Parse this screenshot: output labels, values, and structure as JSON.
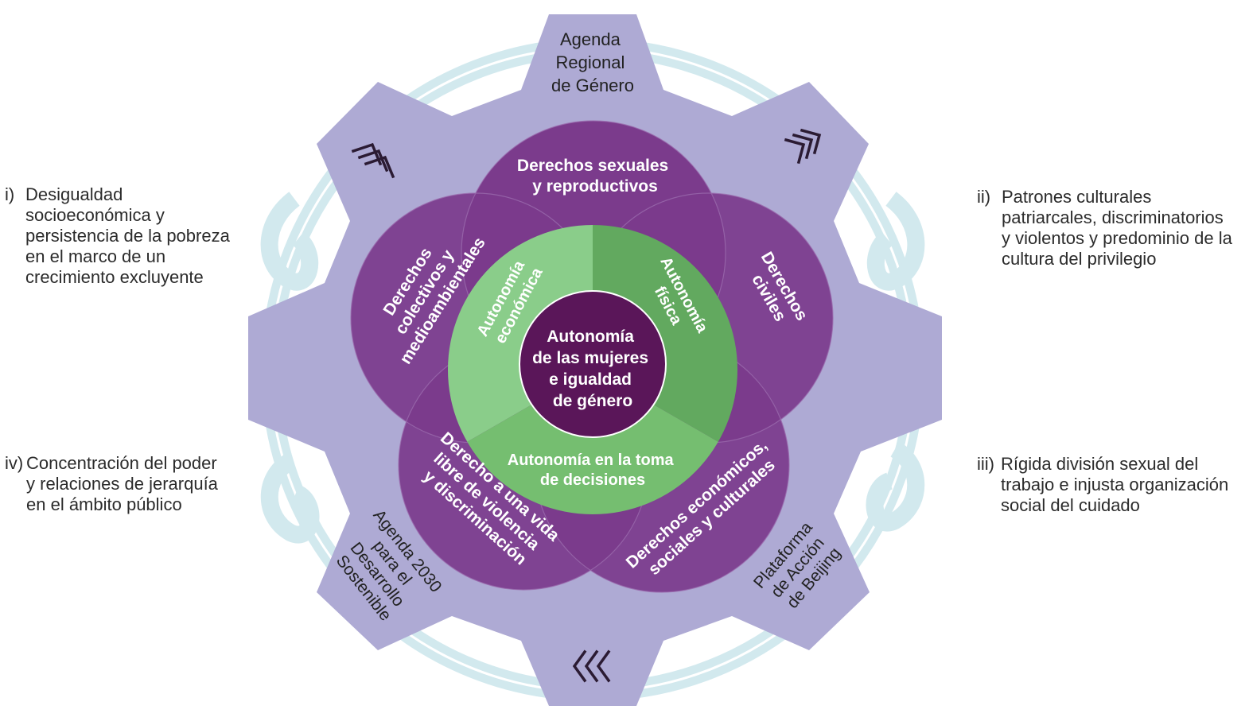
{
  "center": {
    "lines": [
      "Autonomía",
      "de las mujeres",
      "e igualdad",
      "de género"
    ]
  },
  "autonomies": {
    "economica": [
      "Autonomía",
      "económica"
    ],
    "fisica": [
      "Autonomía",
      "física"
    ],
    "decisiones": [
      "Autonomía en la toma",
      "de decisiones"
    ]
  },
  "rights": {
    "sexuales": [
      "Derechos sexuales",
      "y reproductivos"
    ],
    "colectivos": [
      "Derechos",
      "colectivos y",
      "medioambientales"
    ],
    "civiles": [
      "Derechos",
      "civiles"
    ],
    "violencia": [
      "Derecho a una vida",
      "libre de violencia",
      "y discriminación"
    ],
    "economicos": [
      "Derechos económicos,",
      "sociales y culturales"
    ]
  },
  "agendas": {
    "regional": [
      "Agenda",
      "Regional",
      "de Género"
    ],
    "agenda2030": [
      "Agenda 2030",
      "para el",
      "Desarrollo",
      "Sostenible"
    ],
    "beijing": [
      "Plataforma",
      "de Acción",
      "de Beijing"
    ]
  },
  "challenges": [
    {
      "num": "i)",
      "text": "Desigualdad\nsocioeconómica y\npersistencia de la pobreza\nen el marco de un\ncrecimiento excluyente"
    },
    {
      "num": "ii)",
      "text": "Patrones culturales\npatriarcales, discriminatorios\ny violentos y predominio de la\ncultura del privilegio"
    },
    {
      "num": "iii)",
      "text": "Rígida división sexual del\ntrabajo e injusta organización\nsocial del cuidado"
    },
    {
      "num": "iv)",
      "text": "Concentración del poder\ny relaciones de jerarquía\nen el ámbito público"
    }
  ],
  "colors": {
    "gear": "#aeaad4",
    "ring": "#d2e9ee",
    "rights_purple": "#7b3b8c",
    "rights_dark": "#5c1f70",
    "autonomy_light": "#8acd8a",
    "autonomy_mid": "#62a95f",
    "autonomy_bottom": "#75be70",
    "center": "#5a1659"
  }
}
